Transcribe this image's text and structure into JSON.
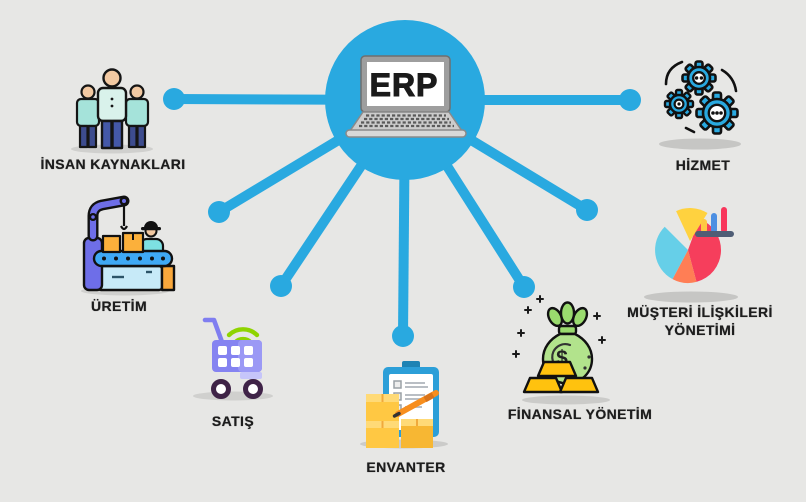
{
  "title": "ERP modules diagram",
  "colors": {
    "background": "#E7E7E5",
    "accent": "#29A9E0",
    "text": "#1D1D1D"
  },
  "hub": {
    "label": "ERP",
    "icon": "laptop-icon"
  },
  "modules": [
    {
      "label": "İNSAN KAYNAKLARI",
      "icon": "people-icon"
    },
    {
      "label": "ÜRETİM",
      "icon": "robot-arm-conveyor-icon"
    },
    {
      "label": "SATIŞ",
      "icon": "shopping-cart-wifi-icon"
    },
    {
      "label": "ENVANTER",
      "icon": "clipboard-boxes-icon"
    },
    {
      "label": "FİNANSAL YÖNETİM",
      "icon": "money-bag-gold-icon",
      "currency_symbol": "$"
    },
    {
      "label_line1": "MÜŞTERİ İLİŞKİLERİ",
      "label_line2": "YÖNETİMİ",
      "icon": "pie-chart-icon"
    },
    {
      "label": "HİZMET",
      "icon": "gears-icon"
    }
  ]
}
